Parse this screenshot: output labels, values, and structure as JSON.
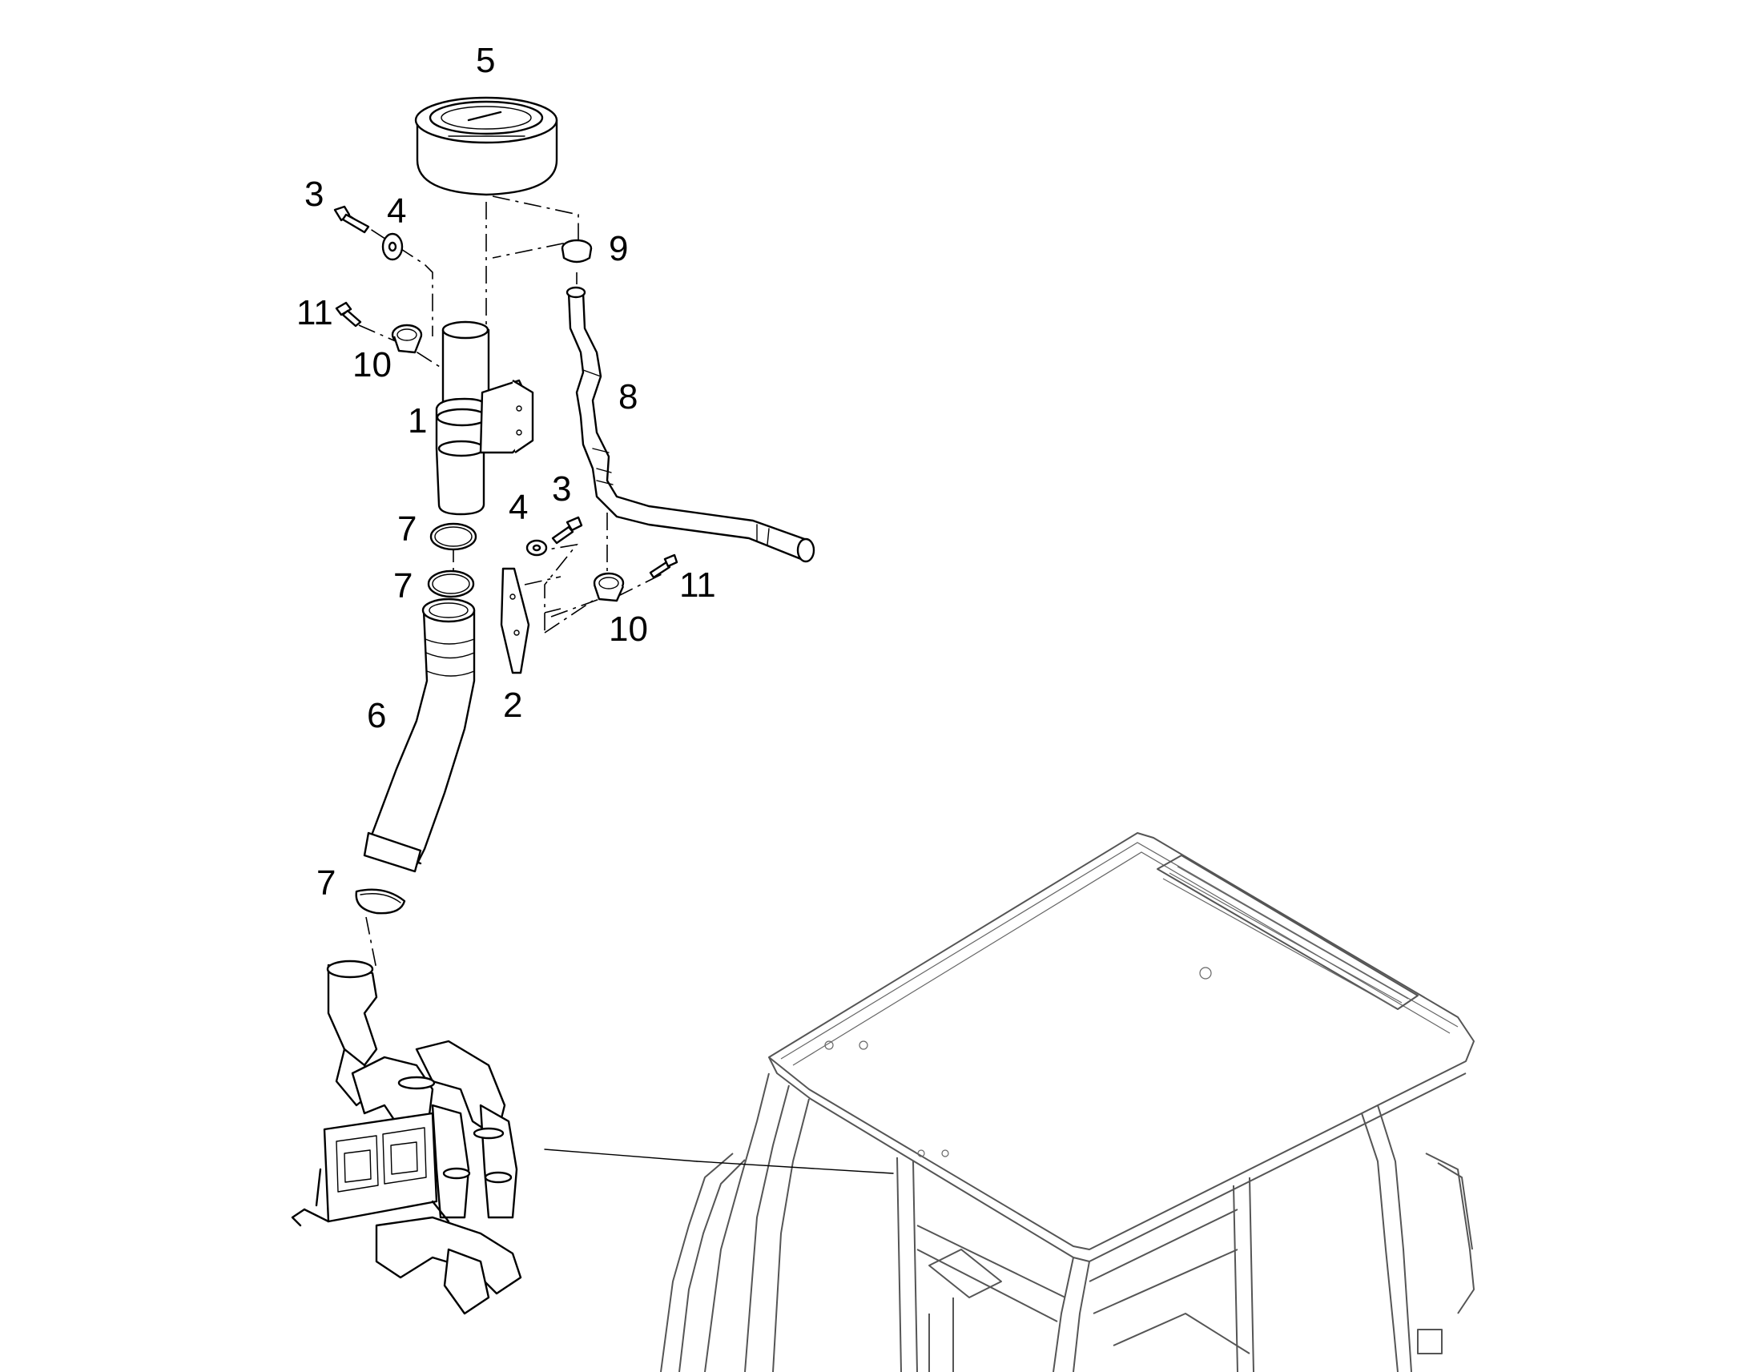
{
  "diagram": {
    "callouts": {
      "c5": "5",
      "c3_top": "3",
      "c4_top": "4",
      "c9": "9",
      "c11_top": "11",
      "c10_top": "10",
      "c8": "8",
      "c1": "1",
      "c7_a": "7",
      "c7_b": "7",
      "c4_mid": "4",
      "c3_mid": "3",
      "c11_mid": "11",
      "c10_mid": "10",
      "c2": "2",
      "c6": "6",
      "c7_c": "7"
    }
  }
}
